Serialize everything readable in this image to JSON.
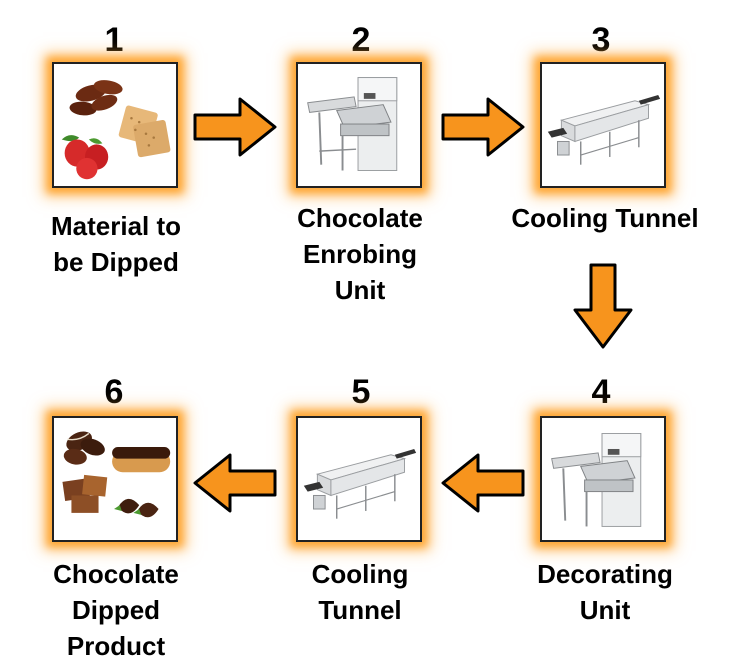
{
  "colors": {
    "arrow_fill": "#F7941D",
    "arrow_stroke": "#000000",
    "glow": "#FFA733"
  },
  "steps": [
    {
      "number": "1",
      "label": "Material to\nbe Dipped",
      "image": "dates-strawberries-biscuits"
    },
    {
      "number": "2",
      "label": "Chocolate\nEnrobing\nUnit",
      "image": "enrobing-machine"
    },
    {
      "number": "3",
      "label": "Cooling Tunnel",
      "image": "cooling-tunnel-machine"
    },
    {
      "number": "4",
      "label": "Decorating\nUnit",
      "image": "decorating-machine"
    },
    {
      "number": "5",
      "label": "Cooling\nTunnel",
      "image": "cooling-tunnel-machine"
    },
    {
      "number": "6",
      "label": "Chocolate\nDipped\nProduct",
      "image": "chocolate-dipped-products"
    }
  ],
  "arrows": [
    {
      "from": "1",
      "to": "2",
      "direction": "right"
    },
    {
      "from": "2",
      "to": "3",
      "direction": "right"
    },
    {
      "from": "3",
      "to": "4",
      "direction": "down"
    },
    {
      "from": "4",
      "to": "5",
      "direction": "left"
    },
    {
      "from": "5",
      "to": "6",
      "direction": "left"
    }
  ]
}
